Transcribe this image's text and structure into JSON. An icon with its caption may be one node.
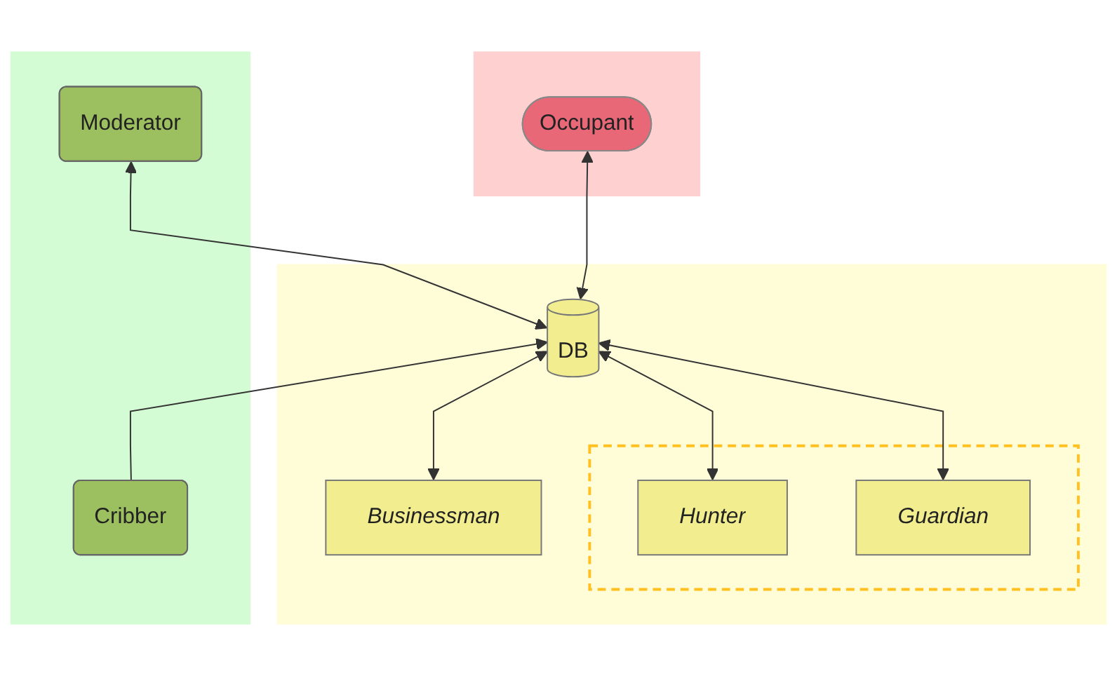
{
  "diagram": {
    "nodes": [
      {
        "text": [],
        "shape": "band"
      },
      {
        "text": [
          "Occupant"
        ],
        "in": 0
      },
      {
        "text": [],
        "shape": "band"
      },
      {
        "text": [
          "Businessman"
        ],
        "in": 2
      },
      {
        "text": [
          "DB"
        ],
        "in": 2
      },
      {
        "text": [],
        "shape": "box",
        "in": 2
      },
      {
        "text": [
          "Hunter"
        ],
        "in": 5
      },
      {
        "text": [
          "Guardian"
        ],
        "in": 5
      },
      {
        "text": [],
        "shape": "band"
      },
      {
        "text": [
          "Cribber"
        ],
        "in": 8
      },
      {
        "text": [
          "Moderator"
        ],
        "in": 8
      }
    ],
    "edges": [
      {
        "from": 1,
        "to": 4,
        "arrow": "both"
      },
      {
        "from": 3,
        "to": 4,
        "arrow": "both"
      },
      {
        "from": 4,
        "to": 6,
        "arrow": "both"
      },
      {
        "from": 4,
        "to": 7,
        "arrow": "both"
      },
      {
        "from": 9,
        "to": 4,
        "arrow": "to"
      },
      {
        "from": 4,
        "to": 10,
        "arrow": "both"
      }
    ]
  }
}
